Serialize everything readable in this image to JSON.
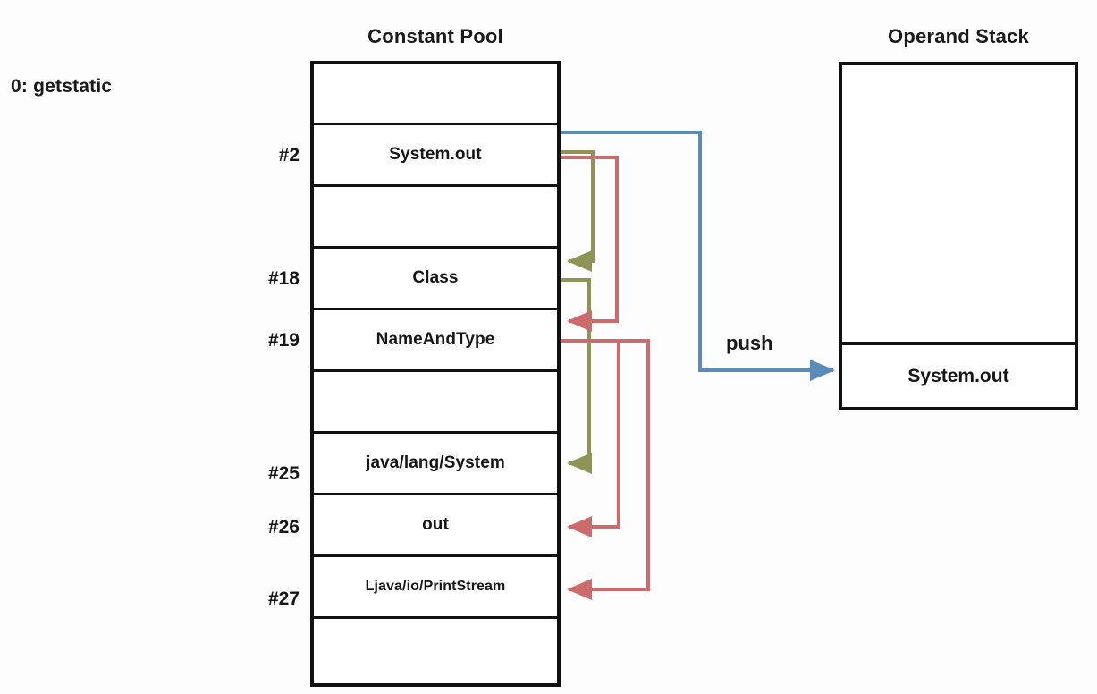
{
  "diagram": {
    "opcode": "0: getstatic",
    "push_label": "push",
    "colors": {
      "blue_arrow": "#5b8cb8",
      "olive_arrow": "#8d9456",
      "red_arrow": "#cc6b6b",
      "border": "#111111",
      "background": "#fdfdfd"
    }
  },
  "constant_pool": {
    "title": "Constant Pool",
    "rows": [
      {
        "index": "",
        "value": ""
      },
      {
        "index": "#2",
        "value": "System.out"
      },
      {
        "index": "",
        "value": ""
      },
      {
        "index": "#18",
        "value": "Class"
      },
      {
        "index": "#19",
        "value": "NameAndType"
      },
      {
        "index": "",
        "value": ""
      },
      {
        "index": "#25",
        "value": "java/lang/System"
      },
      {
        "index": "#26",
        "value": "out"
      },
      {
        "index": "#27",
        "value": "Ljava/io/PrintStream"
      },
      {
        "index": "",
        "value": ""
      }
    ]
  },
  "operand_stack": {
    "title": "Operand Stack",
    "empty_space": "",
    "top_value": "System.out"
  }
}
